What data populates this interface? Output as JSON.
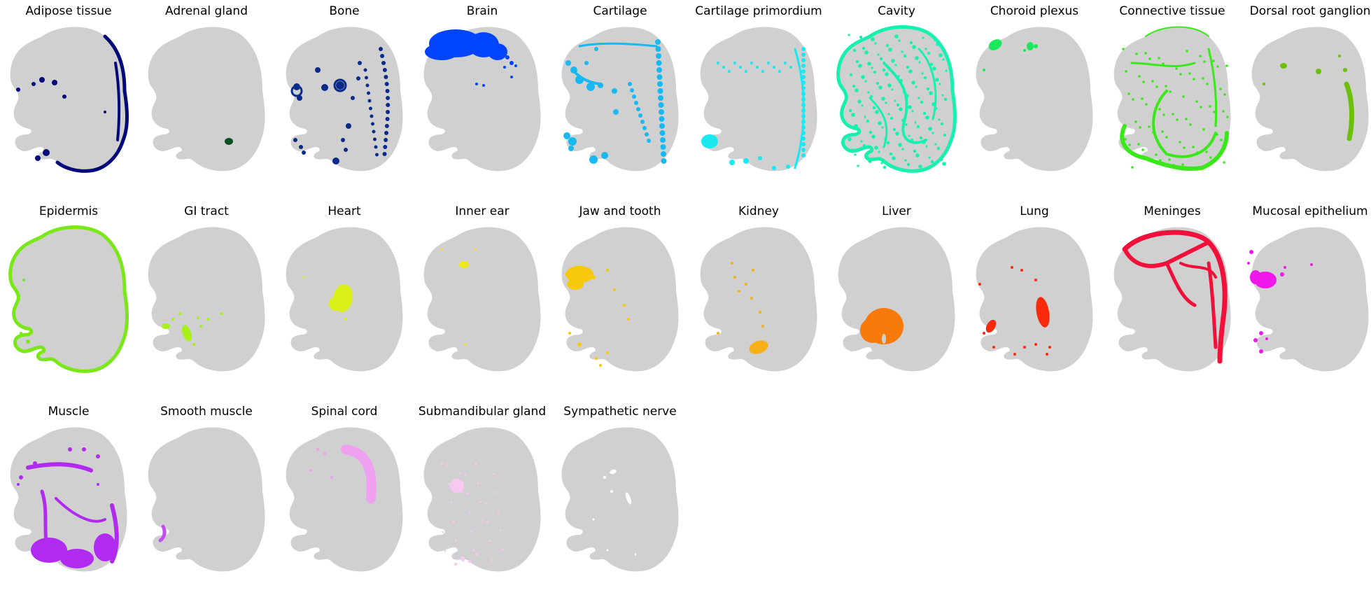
{
  "figure": {
    "background_color": "#ffffff",
    "silhouette_color": "#d0d0d0",
    "panels": [
      {
        "title": "Adipose tissue",
        "color": "#00087a",
        "pattern": "edge-right"
      },
      {
        "title": "Adrenal gland",
        "color": "#0a4d1f",
        "pattern": "spot-adrenal"
      },
      {
        "title": "Bone",
        "color": "#0a2a8a",
        "pattern": "spine-dots"
      },
      {
        "title": "Brain",
        "color": "#0044ff",
        "pattern": "brain"
      },
      {
        "title": "Cartilage",
        "color": "#18b8f0",
        "pattern": "spine-cartilage"
      },
      {
        "title": "Cartilage primordium",
        "color": "#18e8f0",
        "pattern": "spine-sparse"
      },
      {
        "title": "Cavity",
        "color": "#18f0b0",
        "pattern": "everywhere"
      },
      {
        "title": "Choroid plexus",
        "color": "#18e85a",
        "pattern": "choroid"
      },
      {
        "title": "Connective tissue",
        "color": "#38e818",
        "pattern": "connective"
      },
      {
        "title": "Dorsal root ganglion",
        "color": "#6cc00a",
        "pattern": "drg"
      },
      {
        "title": "Epidermis",
        "color": "#7ae818",
        "pattern": "outline"
      },
      {
        "title": "GI tract",
        "color": "#a8f018",
        "pattern": "gi"
      },
      {
        "title": "Heart",
        "color": "#d8f018",
        "pattern": "heart"
      },
      {
        "title": "Inner ear",
        "color": "#f0e818",
        "pattern": "ear"
      },
      {
        "title": "Jaw and tooth",
        "color": "#f8c80a",
        "pattern": "jaw"
      },
      {
        "title": "Kidney",
        "color": "#f8b018",
        "pattern": "kidney"
      },
      {
        "title": "Liver",
        "color": "#f87a0a",
        "pattern": "liver"
      },
      {
        "title": "Lung",
        "color": "#f82a0a",
        "pattern": "lung"
      },
      {
        "title": "Meninges",
        "color": "#f0103a",
        "pattern": "meninges"
      },
      {
        "title": "Mucosal epithelium",
        "color": "#f018e8",
        "pattern": "mucosal"
      },
      {
        "title": "Muscle",
        "color": "#b02af0",
        "pattern": "muscle"
      },
      {
        "title": "Smooth muscle",
        "color": "#c050f0",
        "pattern": "smooth"
      },
      {
        "title": "Spinal cord",
        "color": "#f0a0f0",
        "pattern": "spinal"
      },
      {
        "title": "Submandibular gland",
        "color": "#f8c8f0",
        "pattern": "submandibular"
      },
      {
        "title": "Sympathetic nerve",
        "color": "#ffffff",
        "pattern": "sympathetic"
      }
    ]
  }
}
